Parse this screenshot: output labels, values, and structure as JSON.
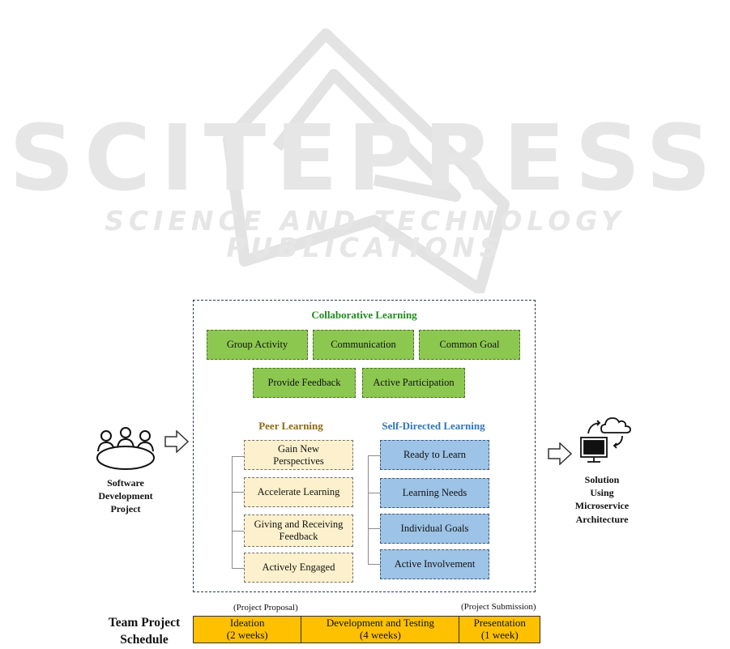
{
  "watermark": {
    "title": "SCITEPRESS",
    "subtitle": "SCIENCE AND TECHNOLOGY PUBLICATIONS"
  },
  "input": {
    "label_lines": [
      "Software",
      "Development",
      "Project"
    ]
  },
  "output": {
    "label_lines": [
      "Solution",
      "Using",
      "Microservice",
      "Architecture"
    ]
  },
  "collaborative": {
    "heading": "Collaborative Learning",
    "heading_color": "#1e8a1e",
    "items": [
      "Group Activity",
      "Communication",
      "Common Goal",
      "Provide Feedback",
      "Active Participation"
    ]
  },
  "peer": {
    "heading": "Peer Learning",
    "heading_color": "#8a6a10",
    "items": [
      [
        "Gain New",
        "Perspectives"
      ],
      [
        "Accelerate Learning"
      ],
      [
        "Giving and Receiving",
        "Feedback"
      ],
      [
        "Actively Engaged"
      ]
    ]
  },
  "self_directed": {
    "heading": "Self-Directed Learning",
    "heading_color": "#2e75b6",
    "items": [
      "Ready to Learn",
      "Learning Needs",
      "Individual Goals",
      "Active Involvement"
    ]
  },
  "schedule": {
    "title_lines": [
      "Team Project",
      "Schedule"
    ],
    "note_left": "(Project Proposal)",
    "note_right": "(Project Submission)",
    "phases": [
      {
        "name": "Ideation",
        "duration": "(2 weeks)"
      },
      {
        "name": "Development and Testing",
        "duration": "(4 weeks)"
      },
      {
        "name": "Presentation",
        "duration": "(1 week)"
      }
    ]
  }
}
